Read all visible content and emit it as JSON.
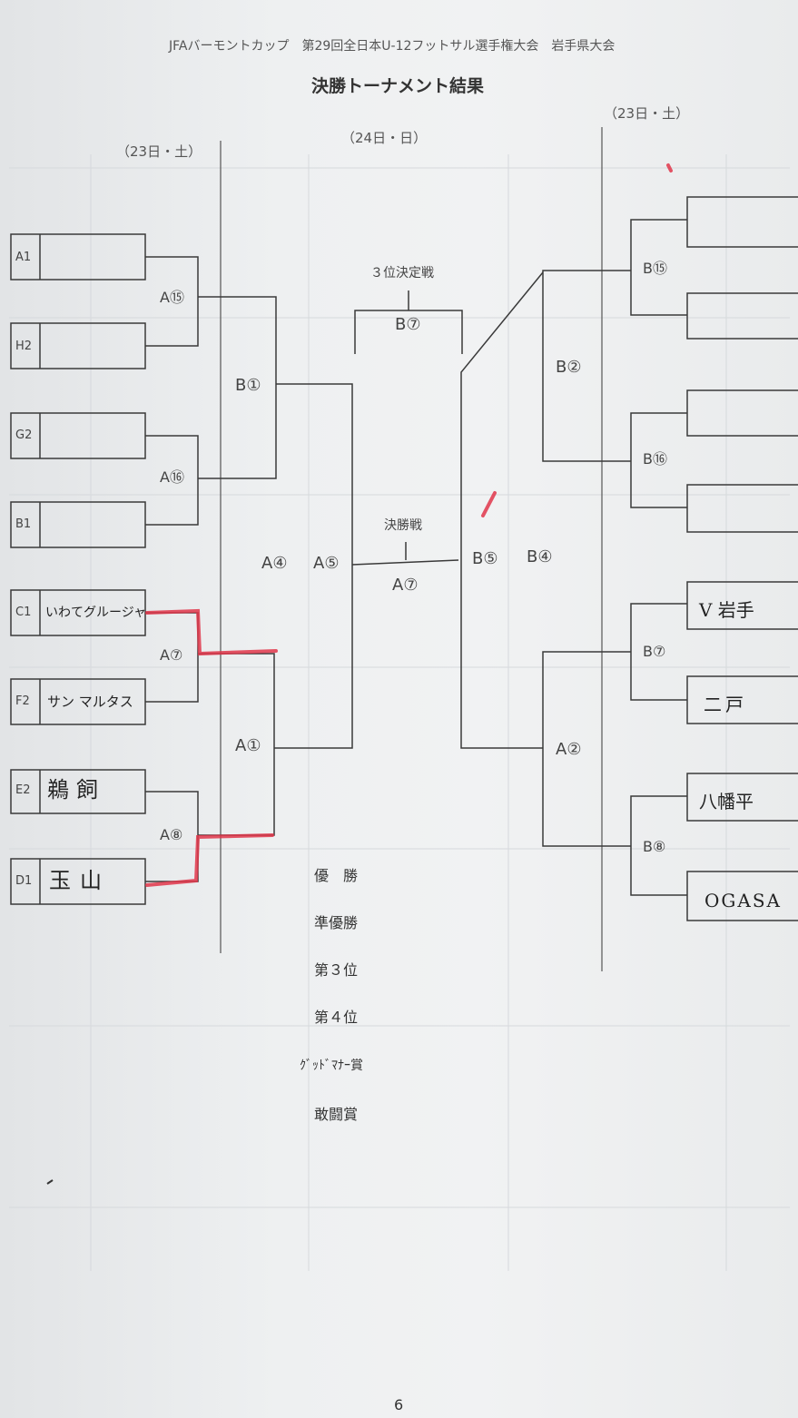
{
  "header": {
    "title": "JFAバーモントカップ　第29回全日本U-12フットサル選手権大会　岩手県大会",
    "subtitle": "決勝トーナメント結果",
    "date_left": "（23日・土）",
    "date_center": "（24日・日）",
    "date_right": "（23日・土）"
  },
  "left_slots": [
    {
      "seed": "A1",
      "team": ""
    },
    {
      "seed": "H2",
      "team": ""
    },
    {
      "seed": "G2",
      "team": ""
    },
    {
      "seed": "B1",
      "team": ""
    },
    {
      "seed": "C1",
      "team": "いわてグルージャ"
    },
    {
      "seed": "F2",
      "team": "サン マルタス"
    },
    {
      "seed": "E2",
      "team": "鵜飼"
    },
    {
      "seed": "D1",
      "team": "玉山"
    }
  ],
  "right_slots": [
    {
      "team": ""
    },
    {
      "team": ""
    },
    {
      "team": ""
    },
    {
      "team": ""
    },
    {
      "team": "V 岩手"
    },
    {
      "team": "二戸"
    },
    {
      "team": "八幡平"
    },
    {
      "team": "OGASA"
    }
  ],
  "matches": {
    "a15": "A⑮",
    "a16": "A⑯",
    "a7": "A⑦",
    "a8": "A⑧",
    "b1": "B①",
    "a1": "A①",
    "a4": "A④",
    "a5": "A⑤",
    "b15": "B⑮",
    "b16": "B⑯",
    "b7": "B⑦",
    "b8": "B⑧",
    "b2": "B②",
    "a2": "A②",
    "b5": "B⑤",
    "b4": "B④",
    "third_place_title": "３位決定戦",
    "third_place_code": "B⑦",
    "final_title": "決勝戦",
    "final_code": "A⑦"
  },
  "awards": {
    "champion": "優　勝",
    "runner_up": "準優勝",
    "third": "第３位",
    "fourth": "第４位",
    "good_manner": "ｸﾞｯﾄﾞﾏﾅｰ賞",
    "fighting_spirit": "敢闘賞"
  },
  "page_number": "6",
  "colors": {
    "ink": "#3a3a3a",
    "highlight": "#e0364a",
    "paper": "#eef0f1"
  }
}
